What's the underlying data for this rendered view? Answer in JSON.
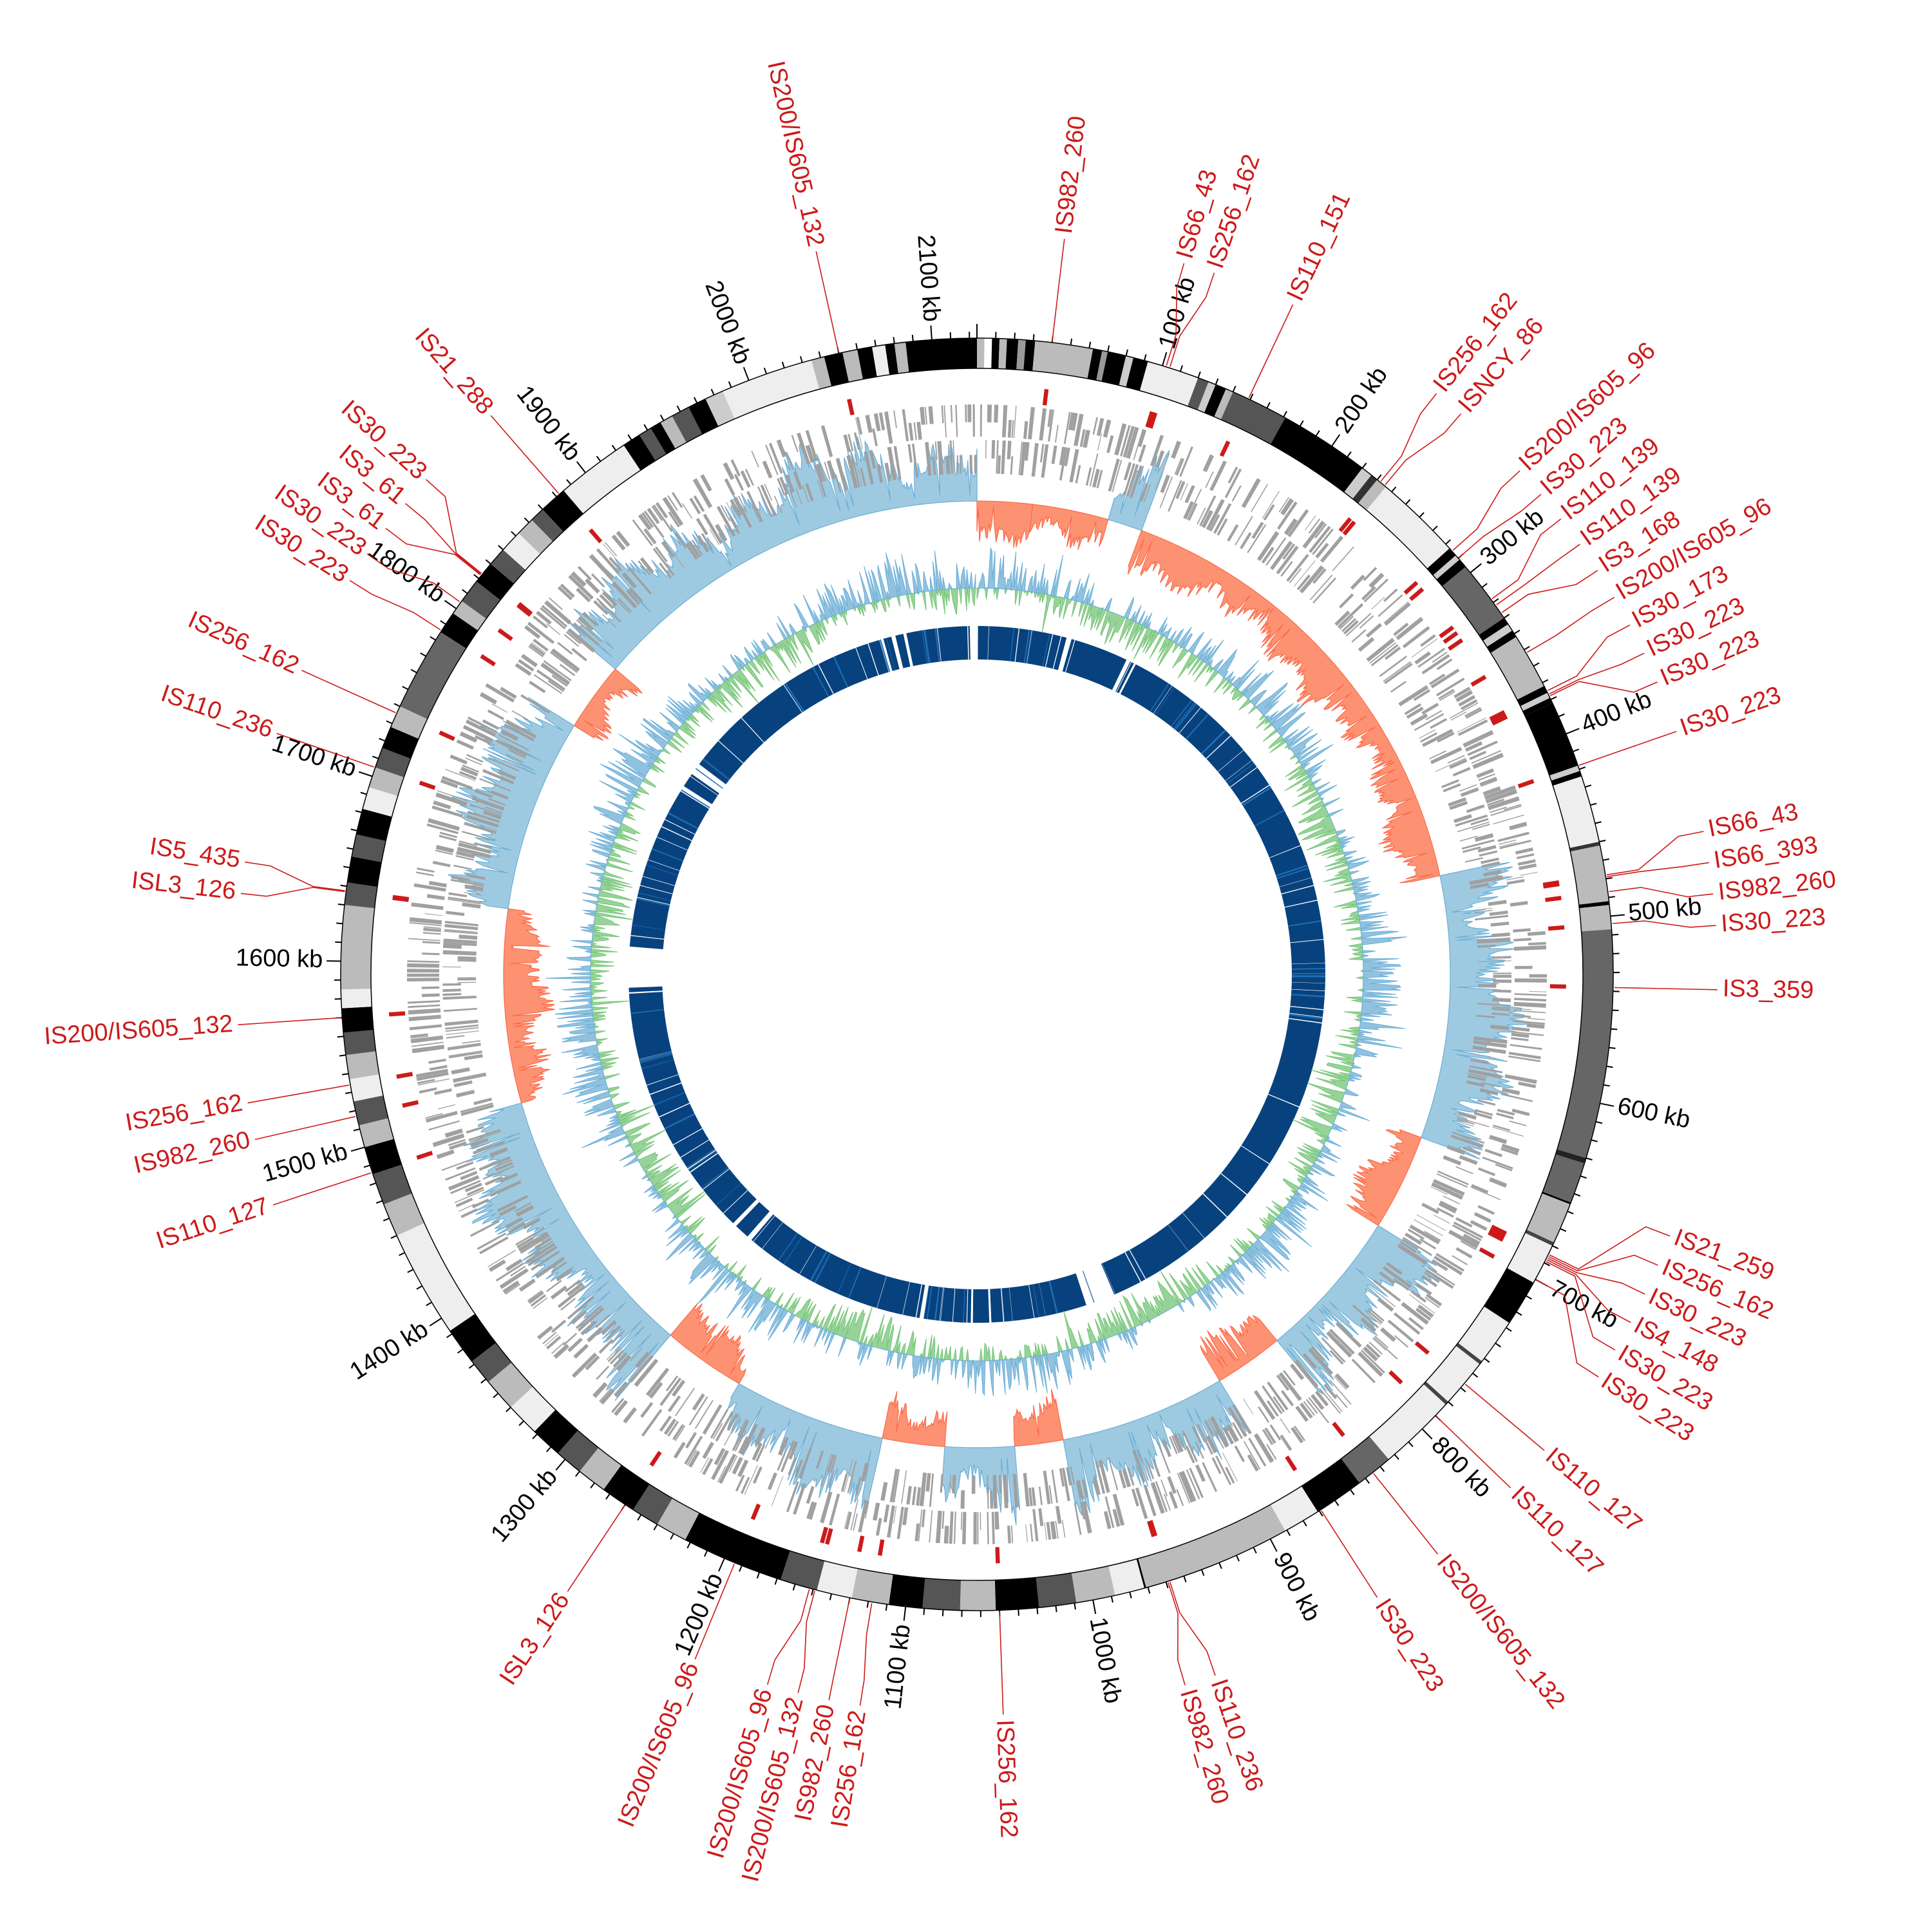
{
  "genome": {
    "length_kb": 2124,
    "tick_unit": "kb"
  },
  "colors": {
    "is_red": "#cc1a1a",
    "gene_grey": "#a0a0a0",
    "skew_positive_fill": "#9ecae1",
    "skew_positive_line": "#6baed6",
    "skew_negative_fill": "#fc9272",
    "skew_negative_line": "#fb6a4a",
    "gc_positive": "#6baed6",
    "gc_negative": "#74c476",
    "inner_block": "#08427e",
    "inner_block_light": "#1f6fb4",
    "ideogram_outline": "#000000"
  },
  "ticks": [
    {
      "kb": 100,
      "label": "100 kb"
    },
    {
      "kb": 200,
      "label": "200 kb"
    },
    {
      "kb": 300,
      "label": "300 kb"
    },
    {
      "kb": 400,
      "label": "400 kb"
    },
    {
      "kb": 500,
      "label": "500 kb"
    },
    {
      "kb": 600,
      "label": "600 kb"
    },
    {
      "kb": 700,
      "label": "700 kb"
    },
    {
      "kb": 800,
      "label": "800 kb"
    },
    {
      "kb": 900,
      "label": "900 kb"
    },
    {
      "kb": 1000,
      "label": "1000 kb"
    },
    {
      "kb": 1100,
      "label": "1100 kb"
    },
    {
      "kb": 1200,
      "label": "1200 kb"
    },
    {
      "kb": 1300,
      "label": "1300 kb"
    },
    {
      "kb": 1400,
      "label": "1400 kb"
    },
    {
      "kb": 1500,
      "label": "1500 kb"
    },
    {
      "kb": 1600,
      "label": "1600 kb"
    },
    {
      "kb": 1700,
      "label": "1700 kb"
    },
    {
      "kb": 1800,
      "label": "1800 kb"
    },
    {
      "kb": 1900,
      "label": "1900 kb"
    },
    {
      "kb": 2000,
      "label": "2000 kb"
    },
    {
      "kb": 2100,
      "label": "2100 kb"
    }
  ],
  "ideogram_bands": [
    [
      0,
      4,
      "#bbbbbb"
    ],
    [
      4,
      8,
      "#ffffff"
    ],
    [
      8,
      12,
      "#000000"
    ],
    [
      12,
      16,
      "#bbbbbb"
    ],
    [
      16,
      22,
      "#000000"
    ],
    [
      22,
      26,
      "#999999"
    ],
    [
      26,
      31,
      "#000000"
    ],
    [
      31,
      62,
      "#bbbbbb"
    ],
    [
      62,
      67,
      "#000000"
    ],
    [
      67,
      70,
      "#999999"
    ],
    [
      70,
      80,
      "#000000"
    ],
    [
      80,
      84,
      "#cccccc"
    ],
    [
      84,
      92,
      "#000000"
    ],
    [
      92,
      120,
      "#eeeeee"
    ],
    [
      120,
      126,
      "#555555"
    ],
    [
      126,
      130,
      "#cccccc"
    ],
    [
      130,
      136,
      "#000000"
    ],
    [
      136,
      140,
      "#bbbbbb"
    ],
    [
      140,
      171,
      "#555555"
    ],
    [
      171,
      220,
      "#000000"
    ],
    [
      220,
      226,
      "#cccccc"
    ],
    [
      226,
      230,
      "#333333"
    ],
    [
      230,
      236,
      "#bbbbbb"
    ],
    [
      236,
      283,
      "#eeeeee"
    ],
    [
      283,
      288,
      "#000000"
    ],
    [
      288,
      291,
      "#cccccc"
    ],
    [
      291,
      296,
      "#000000"
    ],
    [
      296,
      330,
      "#666666"
    ],
    [
      330,
      334,
      "#000000"
    ],
    [
      334,
      338,
      "#cccccc"
    ],
    [
      338,
      342,
      "#000000"
    ],
    [
      342,
      372,
      "#bbbbbb"
    ],
    [
      372,
      376,
      "#000000"
    ],
    [
      376,
      379,
      "#cccccc"
    ],
    [
      379,
      382,
      "#000000"
    ],
    [
      382,
      418,
      "#000000"
    ],
    [
      418,
      421,
      "#cccccc"
    ],
    [
      421,
      424,
      "#000000"
    ],
    [
      424,
      460,
      "#eeeeee"
    ],
    [
      460,
      462,
      "#333333"
    ],
    [
      462,
      492,
      "#bbbbbb"
    ],
    [
      492,
      494,
      "#000000"
    ],
    [
      494,
      507,
      "#bbbbbb"
    ],
    [
      507,
      630,
      "#666666"
    ],
    [
      630,
      633,
      "#222222"
    ],
    [
      633,
      655,
      "#666666"
    ],
    [
      655,
      656,
      "#000000"
    ],
    [
      656,
      678,
      "#bbbbbb"
    ],
    [
      678,
      680,
      "#444444"
    ],
    [
      680,
      702,
      "#eeeeee"
    ],
    [
      702,
      727,
      "#000000"
    ],
    [
      727,
      752,
      "#eeeeee"
    ],
    [
      752,
      754,
      "#444444"
    ],
    [
      754,
      780,
      "#eeeeee"
    ],
    [
      780,
      782,
      "#444444"
    ],
    [
      782,
      824,
      "#eeeeee"
    ],
    [
      824,
      844,
      "#666666"
    ],
    [
      844,
      871,
      "#000000"
    ],
    [
      871,
      891,
      "#eeeeee"
    ],
    [
      891,
      971,
      "#bbbbbb"
    ],
    [
      971,
      972,
      "#000000"
    ],
    [
      972,
      988,
      "#eeeeee"
    ],
    [
      988,
      1009,
      "#bbbbbb"
    ],
    [
      1009,
      1029,
      "#555555"
    ],
    [
      1029,
      1052,
      "#000000"
    ],
    [
      1052,
      1071,
      "#bbbbbb"
    ],
    [
      1071,
      1091,
      "#555555"
    ],
    [
      1091,
      1109,
      "#000000"
    ],
    [
      1109,
      1129,
      "#bbbbbb"
    ],
    [
      1129,
      1148,
      "#eeeeee"
    ],
    [
      1148,
      1168,
      "#555555"
    ],
    [
      1168,
      1223,
      "#000000"
    ],
    [
      1223,
      1240,
      "#bbbbbb"
    ],
    [
      1240,
      1255,
      "#555555"
    ],
    [
      1255,
      1274,
      "#000000"
    ],
    [
      1274,
      1290,
      "#bbbbbb"
    ],
    [
      1290,
      1305,
      "#555555"
    ],
    [
      1305,
      1322,
      "#000000"
    ],
    [
      1322,
      1340,
      "#eeeeee"
    ],
    [
      1340,
      1358,
      "#bbbbbb"
    ],
    [
      1358,
      1372,
      "#555555"
    ],
    [
      1372,
      1392,
      "#000000"
    ],
    [
      1392,
      1450,
      "#eeeeee"
    ],
    [
      1450,
      1468,
      "#bbbbbb"
    ],
    [
      1468,
      1485,
      "#555555"
    ],
    [
      1485,
      1500,
      "#000000"
    ],
    [
      1500,
      1512,
      "#bbbbbb"
    ],
    [
      1512,
      1525,
      "#555555"
    ],
    [
      1525,
      1537,
      "#eeeeee"
    ],
    [
      1537,
      1550,
      "#bbbbbb"
    ],
    [
      1550,
      1562,
      "#555555"
    ],
    [
      1562,
      1575,
      "#000000"
    ],
    [
      1575,
      1585,
      "#eeeeee"
    ],
    [
      1585,
      1630,
      "#bbbbbb"
    ],
    [
      1630,
      1642,
      "#555555"
    ],
    [
      1642,
      1656,
      "#000000"
    ],
    [
      1656,
      1668,
      "#555555"
    ],
    [
      1668,
      1682,
      "#000000"
    ],
    [
      1682,
      1694,
      "#eeeeee"
    ],
    [
      1694,
      1705,
      "#bbbbbb"
    ],
    [
      1705,
      1716,
      "#555555"
    ],
    [
      1716,
      1728,
      "#000000"
    ],
    [
      1728,
      1740,
      "#bbbbbb"
    ],
    [
      1740,
      1785,
      "#666666"
    ],
    [
      1785,
      1797,
      "#000000"
    ],
    [
      1797,
      1805,
      "#bbbbbb"
    ],
    [
      1805,
      1818,
      "#555555"
    ],
    [
      1818,
      1830,
      "#000000"
    ],
    [
      1830,
      1840,
      "#555555"
    ],
    [
      1840,
      1852,
      "#eeeeee"
    ],
    [
      1852,
      1862,
      "#bbbbbb"
    ],
    [
      1862,
      1870,
      "#555555"
    ],
    [
      1870,
      1885,
      "#000000"
    ],
    [
      1885,
      1925,
      "#eeeeee"
    ],
    [
      1925,
      1935,
      "#000000"
    ],
    [
      1935,
      1942,
      "#555555"
    ],
    [
      1942,
      1948,
      "#000000"
    ],
    [
      1948,
      1955,
      "#bbbbbb"
    ],
    [
      1955,
      1965,
      "#555555"
    ],
    [
      1965,
      1975,
      "#000000"
    ],
    [
      1975,
      1985,
      "#cccccc"
    ],
    [
      1985,
      2035,
      "#eeeeee"
    ],
    [
      2035,
      2042,
      "#bbbbbb"
    ],
    [
      2042,
      2052,
      "#000000"
    ],
    [
      2052,
      2060,
      "#bbbbbb"
    ],
    [
      2060,
      2068,
      "#000000"
    ],
    [
      2068,
      2075,
      "#eeeeee"
    ],
    [
      2075,
      2080,
      "#000000"
    ],
    [
      2080,
      2086,
      "#bbbbbb"
    ],
    [
      2086,
      2124,
      "#000000"
    ]
  ],
  "is_elements": [
    {
      "label": "IS982_260",
      "kb": 40
    },
    {
      "label": "IS66_43",
      "kb": 102
    },
    {
      "label": "IS256_162",
      "kb": 104
    },
    {
      "label": "IS110_151",
      "kb": 149
    },
    {
      "label": "IS256_162",
      "kb": 232
    },
    {
      "label": "ISNCY_86",
      "kb": 235
    },
    {
      "label": "IS200/IS605_96",
      "kb": 285
    },
    {
      "label": "IS30_223",
      "kb": 290
    },
    {
      "label": "IS110_139",
      "kb": 318
    },
    {
      "label": "IS110_139",
      "kb": 322
    },
    {
      "label": "IS3_168",
      "kb": 327
    },
    {
      "label": "IS200/IS605_96",
      "kb": 352
    },
    {
      "label": "IS30_173",
      "kb": 375
    },
    {
      "label": "IS30_223",
      "kb": 377
    },
    {
      "label": "IS30_223",
      "kb": 378
    },
    {
      "label": "IS30_223",
      "kb": 418
    },
    {
      "label": "IS66_43",
      "kb": 478
    },
    {
      "label": "IS66_393",
      "kb": 479
    },
    {
      "label": "IS982_260",
      "kb": 487
    },
    {
      "label": "IS30_223",
      "kb": 504
    },
    {
      "label": "IS3_359",
      "kb": 538
    },
    {
      "label": "IS21_259",
      "kb": 685
    },
    {
      "label": "IS256_162",
      "kb": 686
    },
    {
      "label": "IS30_223",
      "kb": 687
    },
    {
      "label": "IS4_148",
      "kb": 688
    },
    {
      "label": "IS30_223",
      "kb": 689
    },
    {
      "label": "IS30_223",
      "kb": 700
    },
    {
      "label": "IS110_127",
      "kb": 767
    },
    {
      "label": "IS110_127",
      "kb": 790
    },
    {
      "label": "IS200/IS605_132",
      "kb": 835
    },
    {
      "label": "IS30_223",
      "kb": 869
    },
    {
      "label": "IS110_236",
      "kb": 958
    },
    {
      "label": "IS982_260",
      "kb": 959
    },
    {
      "label": "IS256_162",
      "kb": 1050
    },
    {
      "label": "IS256_162",
      "kb": 1118
    },
    {
      "label": "IS982_260",
      "kb": 1130
    },
    {
      "label": "IS200/IS605_132",
      "kb": 1149
    },
    {
      "label": "IS200/IS605_96",
      "kb": 1152
    },
    {
      "label": "IS200/IS605_96",
      "kb": 1194
    },
    {
      "label": "ISL3_126",
      "kb": 1260
    },
    {
      "label": "IS110_127",
      "kb": 1486
    },
    {
      "label": "IS982_260",
      "kb": 1517
    },
    {
      "label": "IS256_162",
      "kb": 1534
    },
    {
      "label": "IS200/IS605_132",
      "kb": 1570
    },
    {
      "label": "ISL3_126",
      "kb": 1637
    },
    {
      "label": "IS5_435",
      "kb": 1637.5
    },
    {
      "label": "IS110_236",
      "kb": 1705
    },
    {
      "label": "IS256_162",
      "kb": 1736
    },
    {
      "label": "IS30_223",
      "kb": 1786
    },
    {
      "label": "IS30_223",
      "kb": 1804
    },
    {
      "label": "IS3_61",
      "kb": 1822
    },
    {
      "label": "IS3_61",
      "kb": 1822.5
    },
    {
      "label": "IS30_223",
      "kb": 1823
    },
    {
      "label": "IS21_288",
      "kb": 1882
    },
    {
      "label": "IS200/IS605_132",
      "kb": 2050
    }
  ],
  "skew_regions": [
    [
      0,
      40,
      -1
    ],
    [
      40,
      95,
      -1
    ],
    [
      95,
      120,
      1
    ],
    [
      120,
      460,
      -1
    ],
    [
      460,
      650,
      1
    ],
    [
      650,
      720,
      -1
    ],
    [
      720,
      830,
      1
    ],
    [
      830,
      880,
      -1
    ],
    [
      880,
      1000,
      1
    ],
    [
      1000,
      1035,
      -1
    ],
    [
      1035,
      1085,
      1
    ],
    [
      1085,
      1130,
      -1
    ],
    [
      1130,
      1240,
      1
    ],
    [
      1240,
      1300,
      -1
    ],
    [
      1300,
      1500,
      1
    ],
    [
      1500,
      1640,
      -1
    ],
    [
      1640,
      1780,
      1
    ],
    [
      1780,
      1830,
      -1
    ],
    [
      1830,
      2124,
      1
    ]
  ],
  "inner_gaps_kb": [
    [
      2117,
      2124
    ],
    [
      0,
      1
    ],
    [
      88,
      93
    ],
    [
      150,
      154
    ],
    [
      158,
      160
    ],
    [
      925,
      954
    ],
    [
      1048,
      1050
    ],
    [
      1066,
      1068
    ],
    [
      1114,
      1118
    ],
    [
      1300,
      1305
    ],
    [
      1320,
      1324
    ],
    [
      1580,
      1620
    ],
    [
      1780,
      1786
    ],
    [
      1800,
      1812
    ],
    [
      2028,
      2032
    ],
    [
      2040,
      2044
    ],
    [
      2052,
      2055
    ]
  ]
}
